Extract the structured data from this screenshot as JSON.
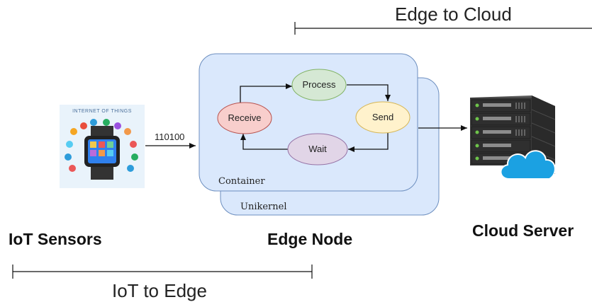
{
  "labels": {
    "edge_to_cloud": "Edge to Cloud",
    "iot_to_edge": "IoT to Edge",
    "iot_sensors": "IoT Sensors",
    "edge_node": "Edge Node",
    "cloud_server": "Cloud Server",
    "container": "Container",
    "unikernel": "Unikernel",
    "data_stream": "110100"
  },
  "cycle": {
    "process": "Process",
    "send": "Send",
    "wait": "Wait",
    "receive": "Receive"
  },
  "iot_image": {
    "caption": "INTERNET OF THINGS"
  },
  "colors": {
    "container_fill": "#dae8fc",
    "container_stroke": "#6c8ebf",
    "process_fill": "#d5e8d4",
    "process_stroke": "#82b366",
    "send_fill": "#fff2cc",
    "send_stroke": "#d6b656",
    "wait_fill": "#e1d5e7",
    "wait_stroke": "#9673a6",
    "receive_fill": "#f8cecc",
    "receive_stroke": "#b85450",
    "server_body": "#3a3a3a",
    "cloud_fill": "#1ba1e2"
  },
  "icons": [
    "smartwatch-iot-icon",
    "server-rack-icon",
    "cloud-icon"
  ]
}
